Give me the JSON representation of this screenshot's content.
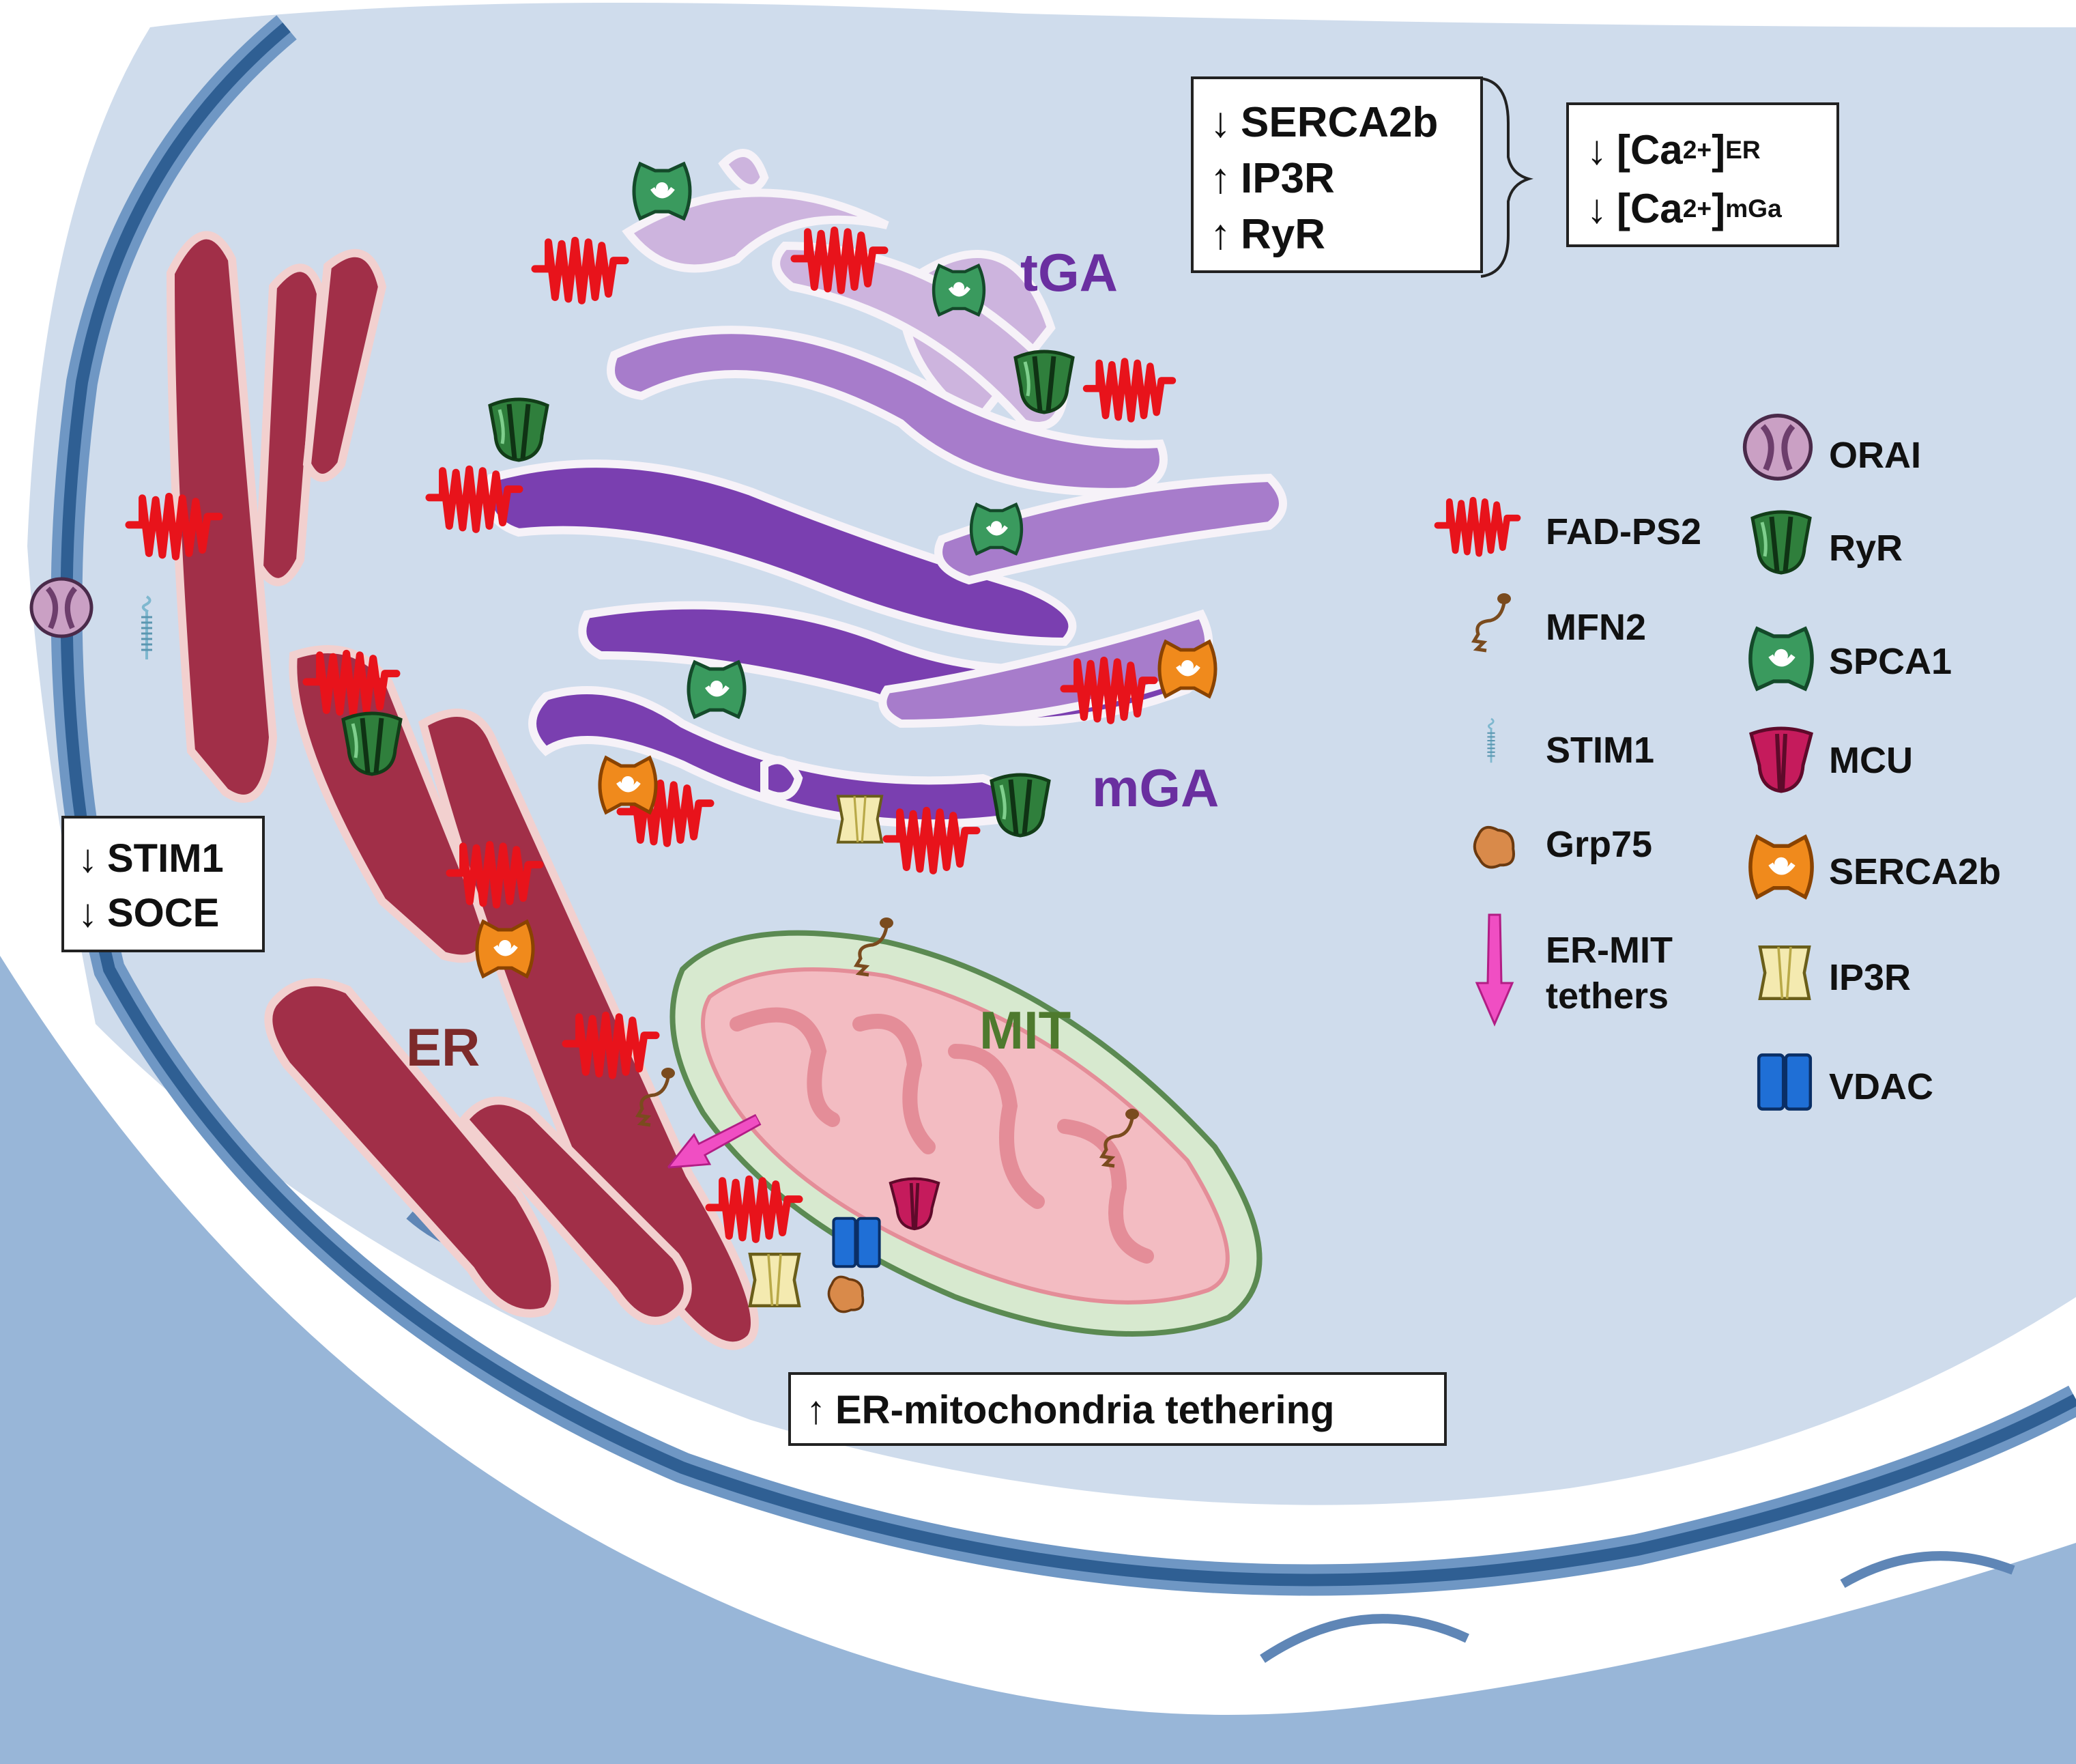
{
  "colors": {
    "cell_body": "#cfdcec",
    "membrane_dark": "#2f5f93",
    "membrane_mid": "#6f97c4",
    "bottom_band": "#98b6d8",
    "er_fill": "#a12f48",
    "er_outline": "#f2d0cf",
    "golgi_light": "#cdb4de",
    "golgi_mid": "#a77ccb",
    "golgi_dark": "#7a3fb0",
    "mito_outer": "#d7e9cf",
    "mito_inner": "#f3bcc2",
    "ps2_red": "#e8131b",
    "ryr_green": "#2f7f3c",
    "spca1_green": "#3a9a5e",
    "serca2b_orange": "#f08a1c",
    "ip3r_yellow": "#f4eab0",
    "mcu_magenta": "#c51b5c",
    "vdac_blue": "#1f6fd6",
    "orai_purple": "#caa0c4",
    "grp75_tan": "#d98a4a",
    "tether_pink": "#f04ec3",
    "mfn2_brown": "#7a4b1e",
    "stim1_blue": "#7fb8cf"
  },
  "labels": {
    "tga": "tGA",
    "mga": "mGA",
    "er": "ER",
    "mit": "MIT"
  },
  "boxes": {
    "golgi_changes": {
      "items": [
        {
          "arrow": "↓",
          "text": "SERCA2b"
        },
        {
          "arrow": "↑",
          "text": "IP3R"
        },
        {
          "arrow": "↑",
          "text": "RyR"
        }
      ]
    },
    "calcium": {
      "items": [
        {
          "arrow": "↓",
          "main": "[Ca",
          "sup": "2+",
          "close": "]",
          "sub": "ER"
        },
        {
          "arrow": "↓",
          "main": "[Ca",
          "sup": "2+",
          "close": "]",
          "sub": "mGa"
        }
      ]
    },
    "soce": {
      "items": [
        {
          "arrow": "↓",
          "text": "STIM1"
        },
        {
          "arrow": "↓",
          "text": "SOCE"
        }
      ]
    },
    "tethering": {
      "arrow": "↑",
      "text": "ER-mitochondria tethering"
    }
  },
  "legend": {
    "left": [
      {
        "icon": "fad-ps2-icon",
        "label": "FAD-PS2"
      },
      {
        "icon": "mfn2-icon",
        "label": "MFN2"
      },
      {
        "icon": "stim1-icon",
        "label": "STIM1"
      },
      {
        "icon": "grp75-icon",
        "label": "Grp75"
      },
      {
        "icon": "er-mit-tether-icon",
        "label": "ER-MIT",
        "label2": "tethers"
      }
    ],
    "right": [
      {
        "icon": "orai-icon",
        "label": "ORAI"
      },
      {
        "icon": "ryr-icon",
        "label": "RyR"
      },
      {
        "icon": "spca1-icon",
        "label": "SPCA1"
      },
      {
        "icon": "mcu-icon",
        "label": "MCU"
      },
      {
        "icon": "serca2b-icon",
        "label": "SERCA2b"
      },
      {
        "icon": "ip3r-icon",
        "label": "IP3R"
      },
      {
        "icon": "vdac-icon",
        "label": "VDAC"
      }
    ]
  }
}
